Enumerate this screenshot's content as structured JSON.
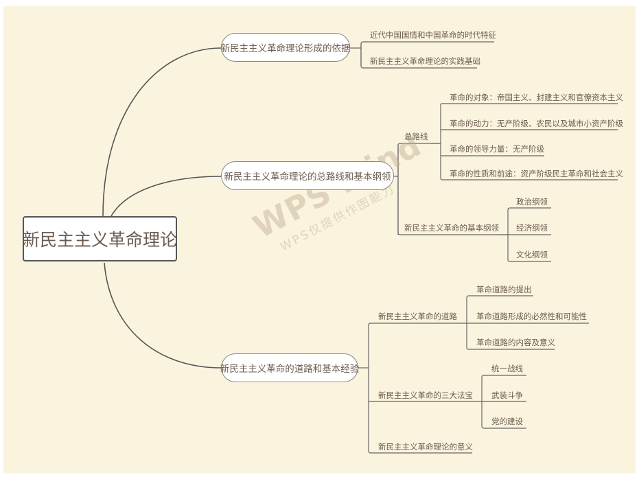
{
  "root": {
    "label": "新民主主义革命理论"
  },
  "branches": [
    {
      "label": "新民主主义革命理论形成的依据",
      "children": [
        {
          "label": "近代中国国情和中国革命的时代特征"
        },
        {
          "label": "新民主主义革命理论的实践基础"
        }
      ]
    },
    {
      "label": "新民主主义革命理论的总路线和基本纲领",
      "children": [
        {
          "label": "总路线",
          "children": [
            {
              "label": "革命的对象：帝国主义、封建主义和官僚资本主义"
            },
            {
              "label": "革命的动力：无产阶级、农民以及城市小资产阶级"
            },
            {
              "label": "革命的领导力量：无产阶级"
            },
            {
              "label": "革命的性质和前途：资产阶级民主革命和社会主义"
            }
          ]
        },
        {
          "label": "新民主主义革命的基本纲领",
          "children": [
            {
              "label": "政治纲领"
            },
            {
              "label": "经济纲领"
            },
            {
              "label": "文化纲领"
            }
          ]
        }
      ]
    },
    {
      "label": "新民主主义革命的道路和基本经验",
      "children": [
        {
          "label": "新民主主义革命的道路",
          "children": [
            {
              "label": "革命道路的提出"
            },
            {
              "label": "革命道路形成的必然性和可能性"
            },
            {
              "label": "革命道路的内容及意义"
            }
          ]
        },
        {
          "label": "新民主主义革命的三大法宝",
          "children": [
            {
              "label": "统一战线"
            },
            {
              "label": "武装斗争"
            },
            {
              "label": "党的建设"
            }
          ]
        },
        {
          "label": "新民主主义革命理论的意义"
        }
      ]
    }
  ],
  "watermark": {
    "title": "WPS Mind",
    "subtitle": "WPS仅提供作图能力"
  },
  "colors": {
    "background": "#faf3de",
    "line": "#555555",
    "text": "#6b5c50",
    "node_fill": "#ffffff"
  }
}
